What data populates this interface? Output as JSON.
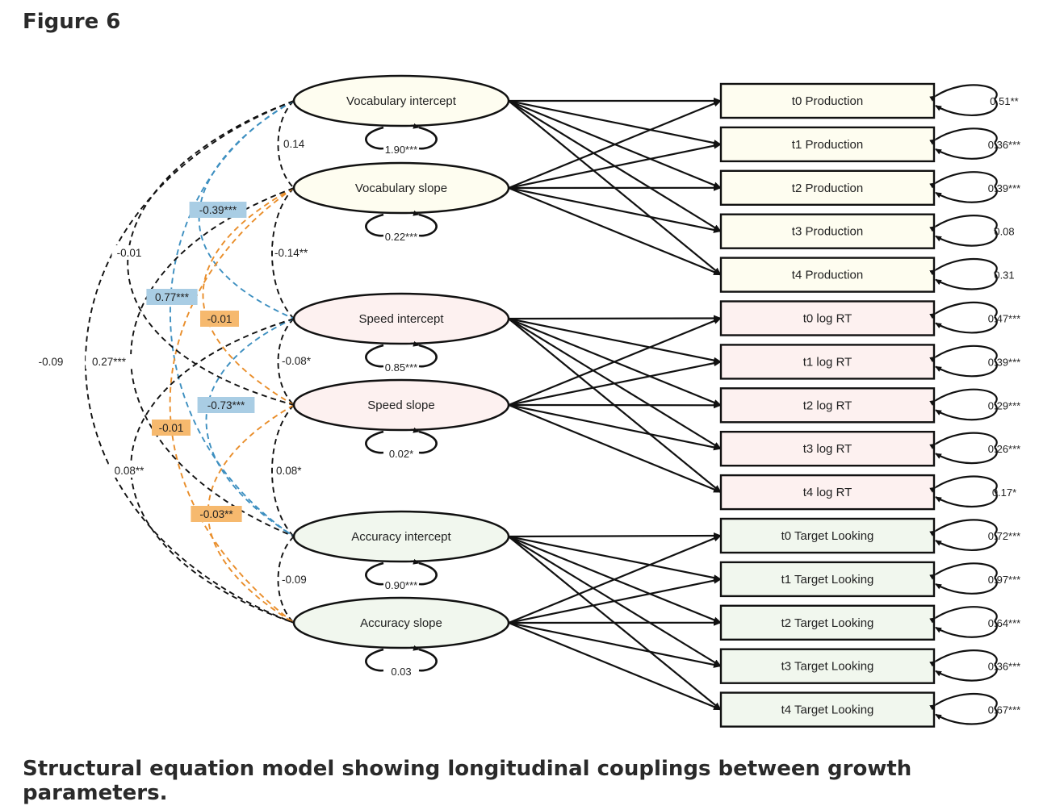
{
  "figure_title": "Figure 6",
  "caption": "Structural equation model showing longitudinal couplings between growth parameters.",
  "colors": {
    "vocab_fill": "#fefdf0",
    "speed_fill": "#fdf1f0",
    "accuracy_fill": "#f1f7ee",
    "blue": "#3d8fc0",
    "blue_label": "#a9cde4",
    "orange": "#e98e2b",
    "orange_label": "#f6b96e",
    "black": "#111111"
  },
  "latents": [
    {
      "name": "Vocabulary intercept",
      "variance": "1.90***",
      "group": "vocab"
    },
    {
      "name": "Vocabulary slope",
      "variance": "0.22***",
      "group": "vocab"
    },
    {
      "name": "Speed intercept",
      "variance": "0.85***",
      "group": "speed"
    },
    {
      "name": "Speed slope",
      "variance": "0.02*",
      "group": "speed"
    },
    {
      "name": "Accuracy intercept",
      "variance": "0.90***",
      "group": "accuracy"
    },
    {
      "name": "Accuracy slope",
      "variance": "0.03",
      "group": "accuracy"
    }
  ],
  "indicators": [
    {
      "name": "t0 Production",
      "residual": "0.51**",
      "group": "vocab"
    },
    {
      "name": "t1 Production",
      "residual": "0.36***",
      "group": "vocab"
    },
    {
      "name": "t2 Production",
      "residual": "0.39***",
      "group": "vocab"
    },
    {
      "name": "t3 Production",
      "residual": "0.08",
      "group": "vocab"
    },
    {
      "name": "t4 Production",
      "residual": "0.31",
      "group": "vocab"
    },
    {
      "name": "t0 log RT",
      "residual": "0.47***",
      "group": "speed"
    },
    {
      "name": "t1 log RT",
      "residual": "0.39***",
      "group": "speed"
    },
    {
      "name": "t2 log RT",
      "residual": "0.29***",
      "group": "speed"
    },
    {
      "name": "t3 log RT",
      "residual": "0.26***",
      "group": "speed"
    },
    {
      "name": "t4 log RT",
      "residual": "0.17*",
      "group": "speed"
    },
    {
      "name": "t0 Target Looking",
      "residual": "0.72***",
      "group": "accuracy"
    },
    {
      "name": "t1 Target Looking",
      "residual": "0.97***",
      "group": "accuracy"
    },
    {
      "name": "t2 Target Looking",
      "residual": "0.64***",
      "group": "accuracy"
    },
    {
      "name": "t3 Target Looking",
      "residual": "0.36***",
      "group": "accuracy"
    },
    {
      "name": "t4 Target Looking",
      "residual": "0.67***",
      "group": "accuracy"
    }
  ],
  "covariances": [
    {
      "from": 0,
      "to": 1,
      "label": "0.14",
      "style": "black"
    },
    {
      "from": 1,
      "to": 2,
      "label": "-0.14**",
      "style": "black"
    },
    {
      "from": 2,
      "to": 3,
      "label": "-0.08*",
      "style": "black"
    },
    {
      "from": 3,
      "to": 4,
      "label": "0.08*",
      "style": "black"
    },
    {
      "from": 4,
      "to": 5,
      "label": "-0.09",
      "style": "black"
    },
    {
      "from": 0,
      "to": 2,
      "label": "-0.39***",
      "style": "blue"
    },
    {
      "from": 1,
      "to": 3,
      "label": "-0.01",
      "style": "orange"
    },
    {
      "from": 2,
      "to": 4,
      "label": "-0.73***",
      "style": "blue"
    },
    {
      "from": 3,
      "to": 5,
      "label": "-0.03**",
      "style": "orange"
    },
    {
      "from": 0,
      "to": 4,
      "label": "0.77***",
      "style": "blue"
    },
    {
      "from": 1,
      "to": 5,
      "label": "-0.01",
      "style": "orange"
    },
    {
      "from": 0,
      "to": 3,
      "label": "-0.01",
      "style": "black"
    },
    {
      "from": 1,
      "to": 4,
      "label": "0.27***",
      "style": "black"
    },
    {
      "from": 0,
      "to": 5,
      "label": "-0.09",
      "style": "black"
    },
    {
      "from": 2,
      "to": 5,
      "label": "0.08**",
      "style": "black"
    }
  ]
}
